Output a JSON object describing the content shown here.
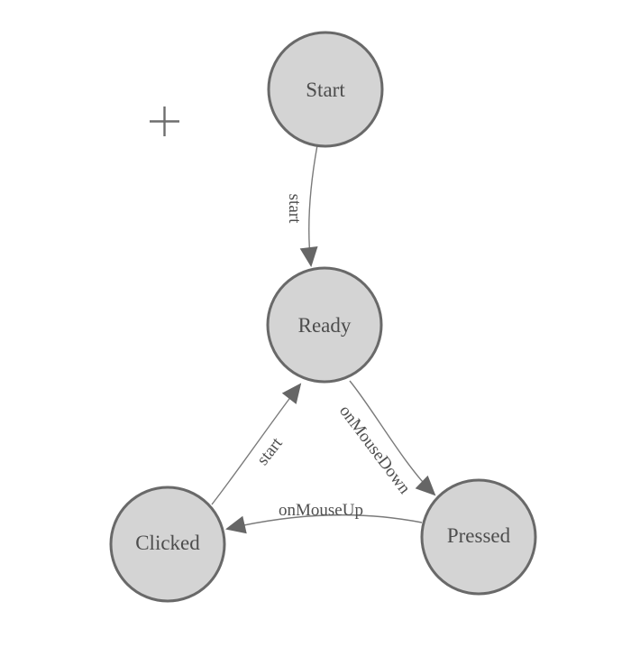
{
  "colors": {
    "background": "#ffffff",
    "node_fill": "#d4d4d4",
    "node_stroke": "#696969",
    "node_text": "#4d4d4d",
    "edge_stroke": "#7a7a7a",
    "arrow_fill": "#666666",
    "edge_text": "#4f4f4f",
    "plus": "#6e6e6e"
  },
  "diagram": {
    "nodes": [
      {
        "id": "start",
        "label": "Start"
      },
      {
        "id": "ready",
        "label": "Ready"
      },
      {
        "id": "clicked",
        "label": "Clicked"
      },
      {
        "id": "pressed",
        "label": "Pressed"
      }
    ],
    "edges": [
      {
        "from": "Start",
        "to": "Ready",
        "label": "start"
      },
      {
        "from": "Ready",
        "to": "Pressed",
        "label": "onMouseDown"
      },
      {
        "from": "Pressed",
        "to": "Clicked",
        "label": "onMouseUp"
      },
      {
        "from": "Clicked",
        "to": "Ready",
        "label": "start"
      }
    ],
    "tools": {
      "add_button_icon": "plus-icon"
    }
  }
}
